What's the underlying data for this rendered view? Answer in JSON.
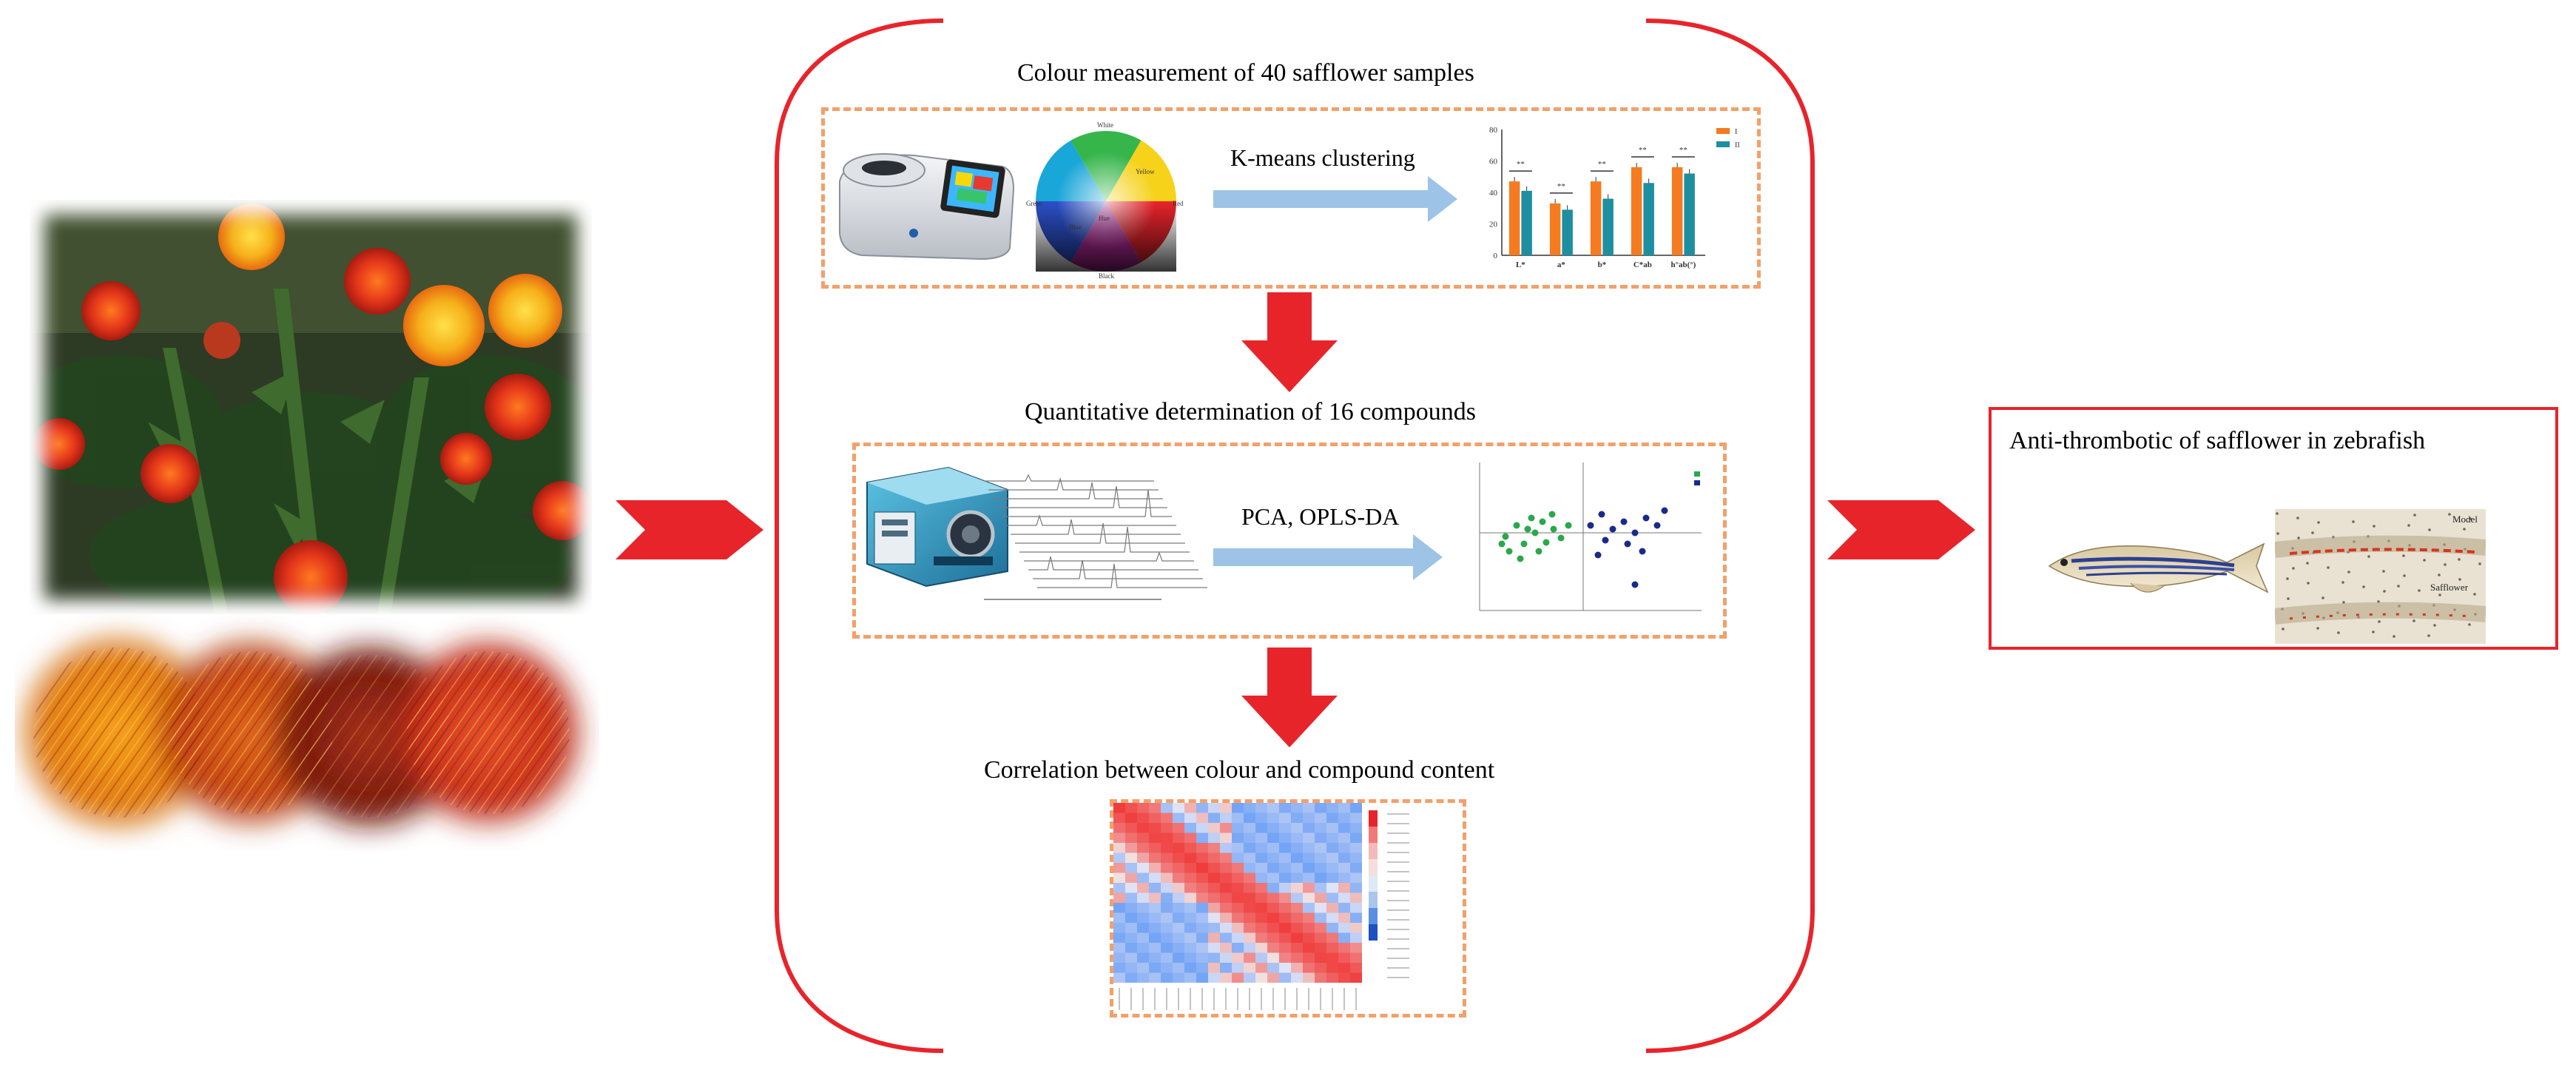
{
  "colors": {
    "red": "#e8242b",
    "dash_orange": "#f3a06a",
    "arrow_blue": "#9dc3e6",
    "bar_orange": "#f47b20",
    "bar_teal": "#1d8fa0"
  },
  "stage1": {
    "title": "Colour measurement of 40 safflower samples",
    "arrow_label": "K-means clustering",
    "colorwheel_labels": [
      "White",
      "Yellow",
      "Red",
      "Black",
      "Green",
      "Blue",
      "Hue"
    ],
    "bar_chart": {
      "categories": [
        "L*",
        "a*",
        "b*",
        "C*ab",
        "h°ab(°)"
      ],
      "series": [
        {
          "name": "I",
          "values": [
            47,
            33,
            47,
            56,
            56
          ]
        },
        {
          "name": "II",
          "values": [
            41,
            29,
            36,
            46,
            52
          ]
        }
      ],
      "significance": [
        "**",
        "**",
        "**",
        "**",
        "**"
      ],
      "y_ticks": [
        "80",
        "60",
        "40",
        "20",
        "0"
      ],
      "ylim": [
        0,
        80
      ]
    }
  },
  "stage2": {
    "title": "Quantitative determination of 16 compounds",
    "arrow_label": "PCA,  OPLS-DA"
  },
  "stage3": {
    "title": "Correlation between colour and compound content"
  },
  "result": {
    "title": "Anti-thrombotic  of safflower  in zebrafish",
    "label_model": "Model",
    "label_safflower": "Safflower"
  }
}
